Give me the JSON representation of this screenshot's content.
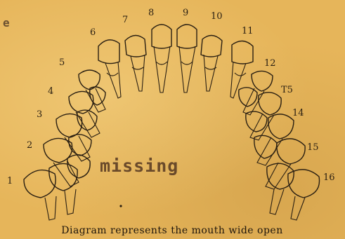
{
  "diagram": {
    "corner_text": "e",
    "tooth_numbers": [
      "1",
      "2",
      "3",
      "4",
      "5",
      "6",
      "7",
      "8",
      "9",
      "10",
      "11",
      "12",
      "T5",
      "14",
      "15",
      "16"
    ],
    "missing_stamp": "missing",
    "caption": "Diagram represents the mouth wide open"
  }
}
